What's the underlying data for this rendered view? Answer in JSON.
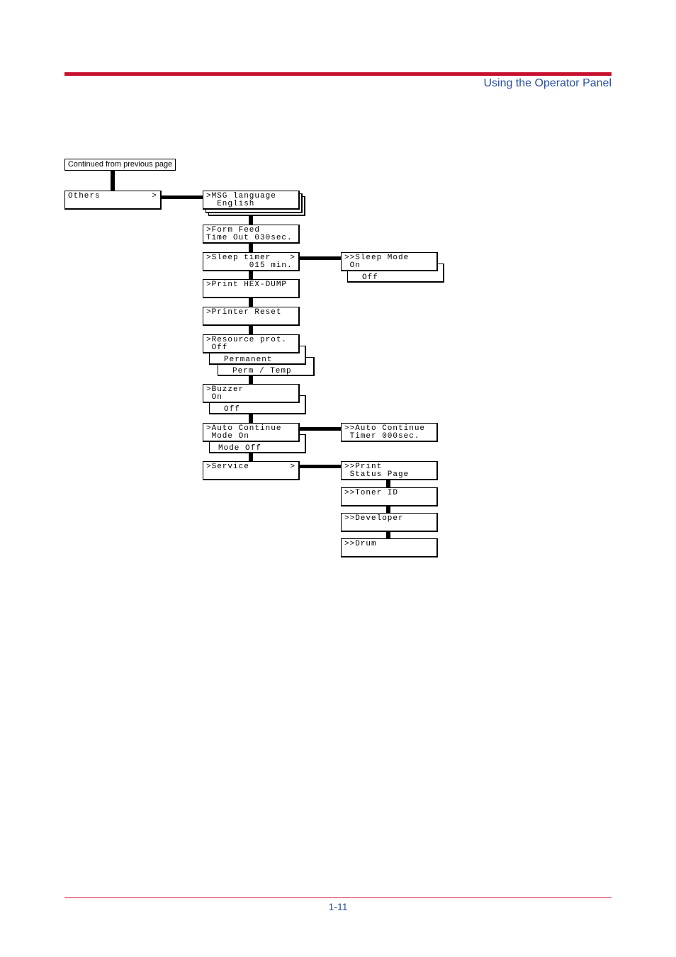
{
  "header": {
    "title": "Using the Operator Panel"
  },
  "footer": {
    "page_number": "1-11"
  },
  "diagram": {
    "continued_label": "Continued from previous page",
    "others": {
      "label": "Others",
      "arrow": ">"
    },
    "items": [
      {
        "line1": ">MSG language",
        "line2": "  English"
      },
      {
        "line1": ">Form Feed",
        "line2": "Time Out 030sec."
      },
      {
        "line1": ">Sleep timer",
        "line2": "        015 min.",
        "arrow": ">"
      },
      {
        "line1": ">Print HEX-DUMP",
        "line2": ""
      },
      {
        "line1": ">Printer Reset",
        "line2": ""
      },
      {
        "line1": ">Resource prot.",
        "line2": " Off",
        "options": [
          "Permanent",
          "Perm / Temp"
        ]
      },
      {
        "line1": ">Buzzer",
        "line2": " On",
        "options": [
          "Off"
        ]
      },
      {
        "line1": ">Auto Continue",
        "line2": " Mode On",
        "options": [
          "Mode Off"
        ]
      },
      {
        "line1": ">Service",
        "line2": "",
        "arrow": ">"
      }
    ],
    "sleep_mode": {
      "line1": ">>Sleep Mode",
      "line2": " On",
      "option": "Off"
    },
    "auto_timer": {
      "line1": ">>Auto Continue",
      "line2": " Timer 000sec."
    },
    "service_items": [
      {
        "line1": ">>Print",
        "line2": " Status Page"
      },
      {
        "line1": ">>Toner ID",
        "line2": ""
      },
      {
        "line1": ">>Developer",
        "line2": ""
      },
      {
        "line1": ">>Drum",
        "line2": ""
      }
    ]
  }
}
